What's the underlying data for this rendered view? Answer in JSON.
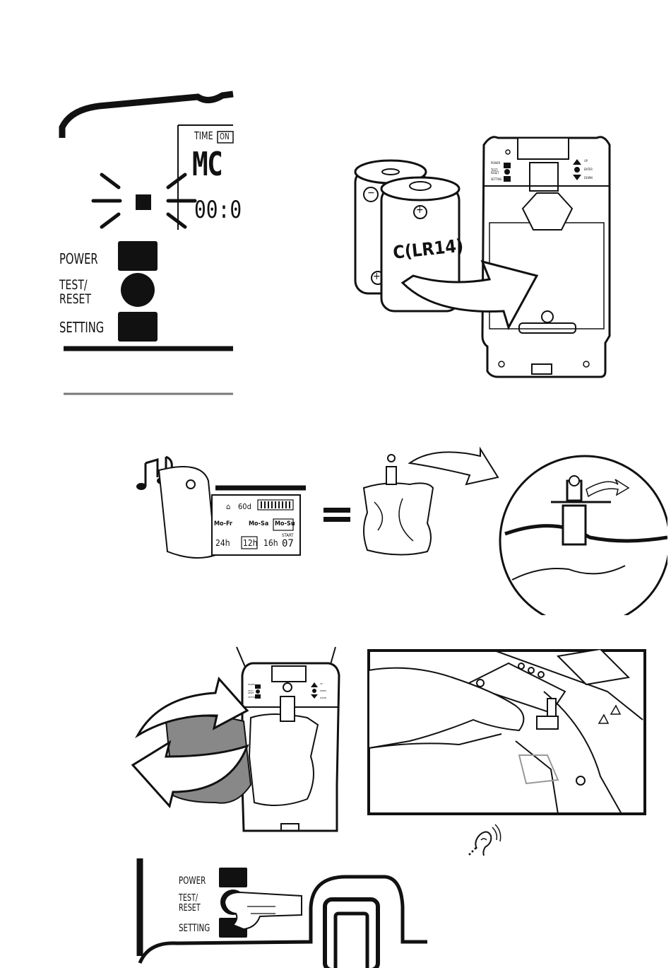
{
  "panel1": {
    "lcd_time_label": "TIME",
    "lcd_on_label": "ON",
    "lcd_day_partial": "MC",
    "lcd_clock_partial": "00:0",
    "power_label": "POWER",
    "test_label_line1": "TEST/",
    "test_label_line2": "RESET",
    "setting_label": "SETTING"
  },
  "panel2": {
    "battery_label": "C(LR14)",
    "battery_plus": "+",
    "battery_minus": "−",
    "unit_power": "POWER",
    "unit_test": "TEST/ RESET",
    "unit_setting": "SETTING",
    "unit_up": "UP",
    "unit_enter": "ENTER",
    "unit_down": "DOWN"
  },
  "panel3": {
    "lcd_days": "60d",
    "lcd_mofr": "Mo-Fr",
    "lcd_mosa": "Mo-Sa",
    "lcd_mosu": "Mo-Su",
    "lcd_24h": "24h",
    "lcd_12h": "12h",
    "lcd_16h": "16h",
    "lcd_start": "START",
    "lcd_start_val": "07",
    "equals": "="
  },
  "panel4": {
    "unit_power": "POWER",
    "unit_test": "TEST/ RESET",
    "unit_setting": "SETTING",
    "unit_up": "UP",
    "unit_enter": "ENTER",
    "unit_down": "DOWN"
  },
  "panel5": {
    "power_label": "POWER",
    "test_label_line1": "TEST/",
    "test_label_line2": "RESET",
    "setting_label": "SETTING"
  }
}
